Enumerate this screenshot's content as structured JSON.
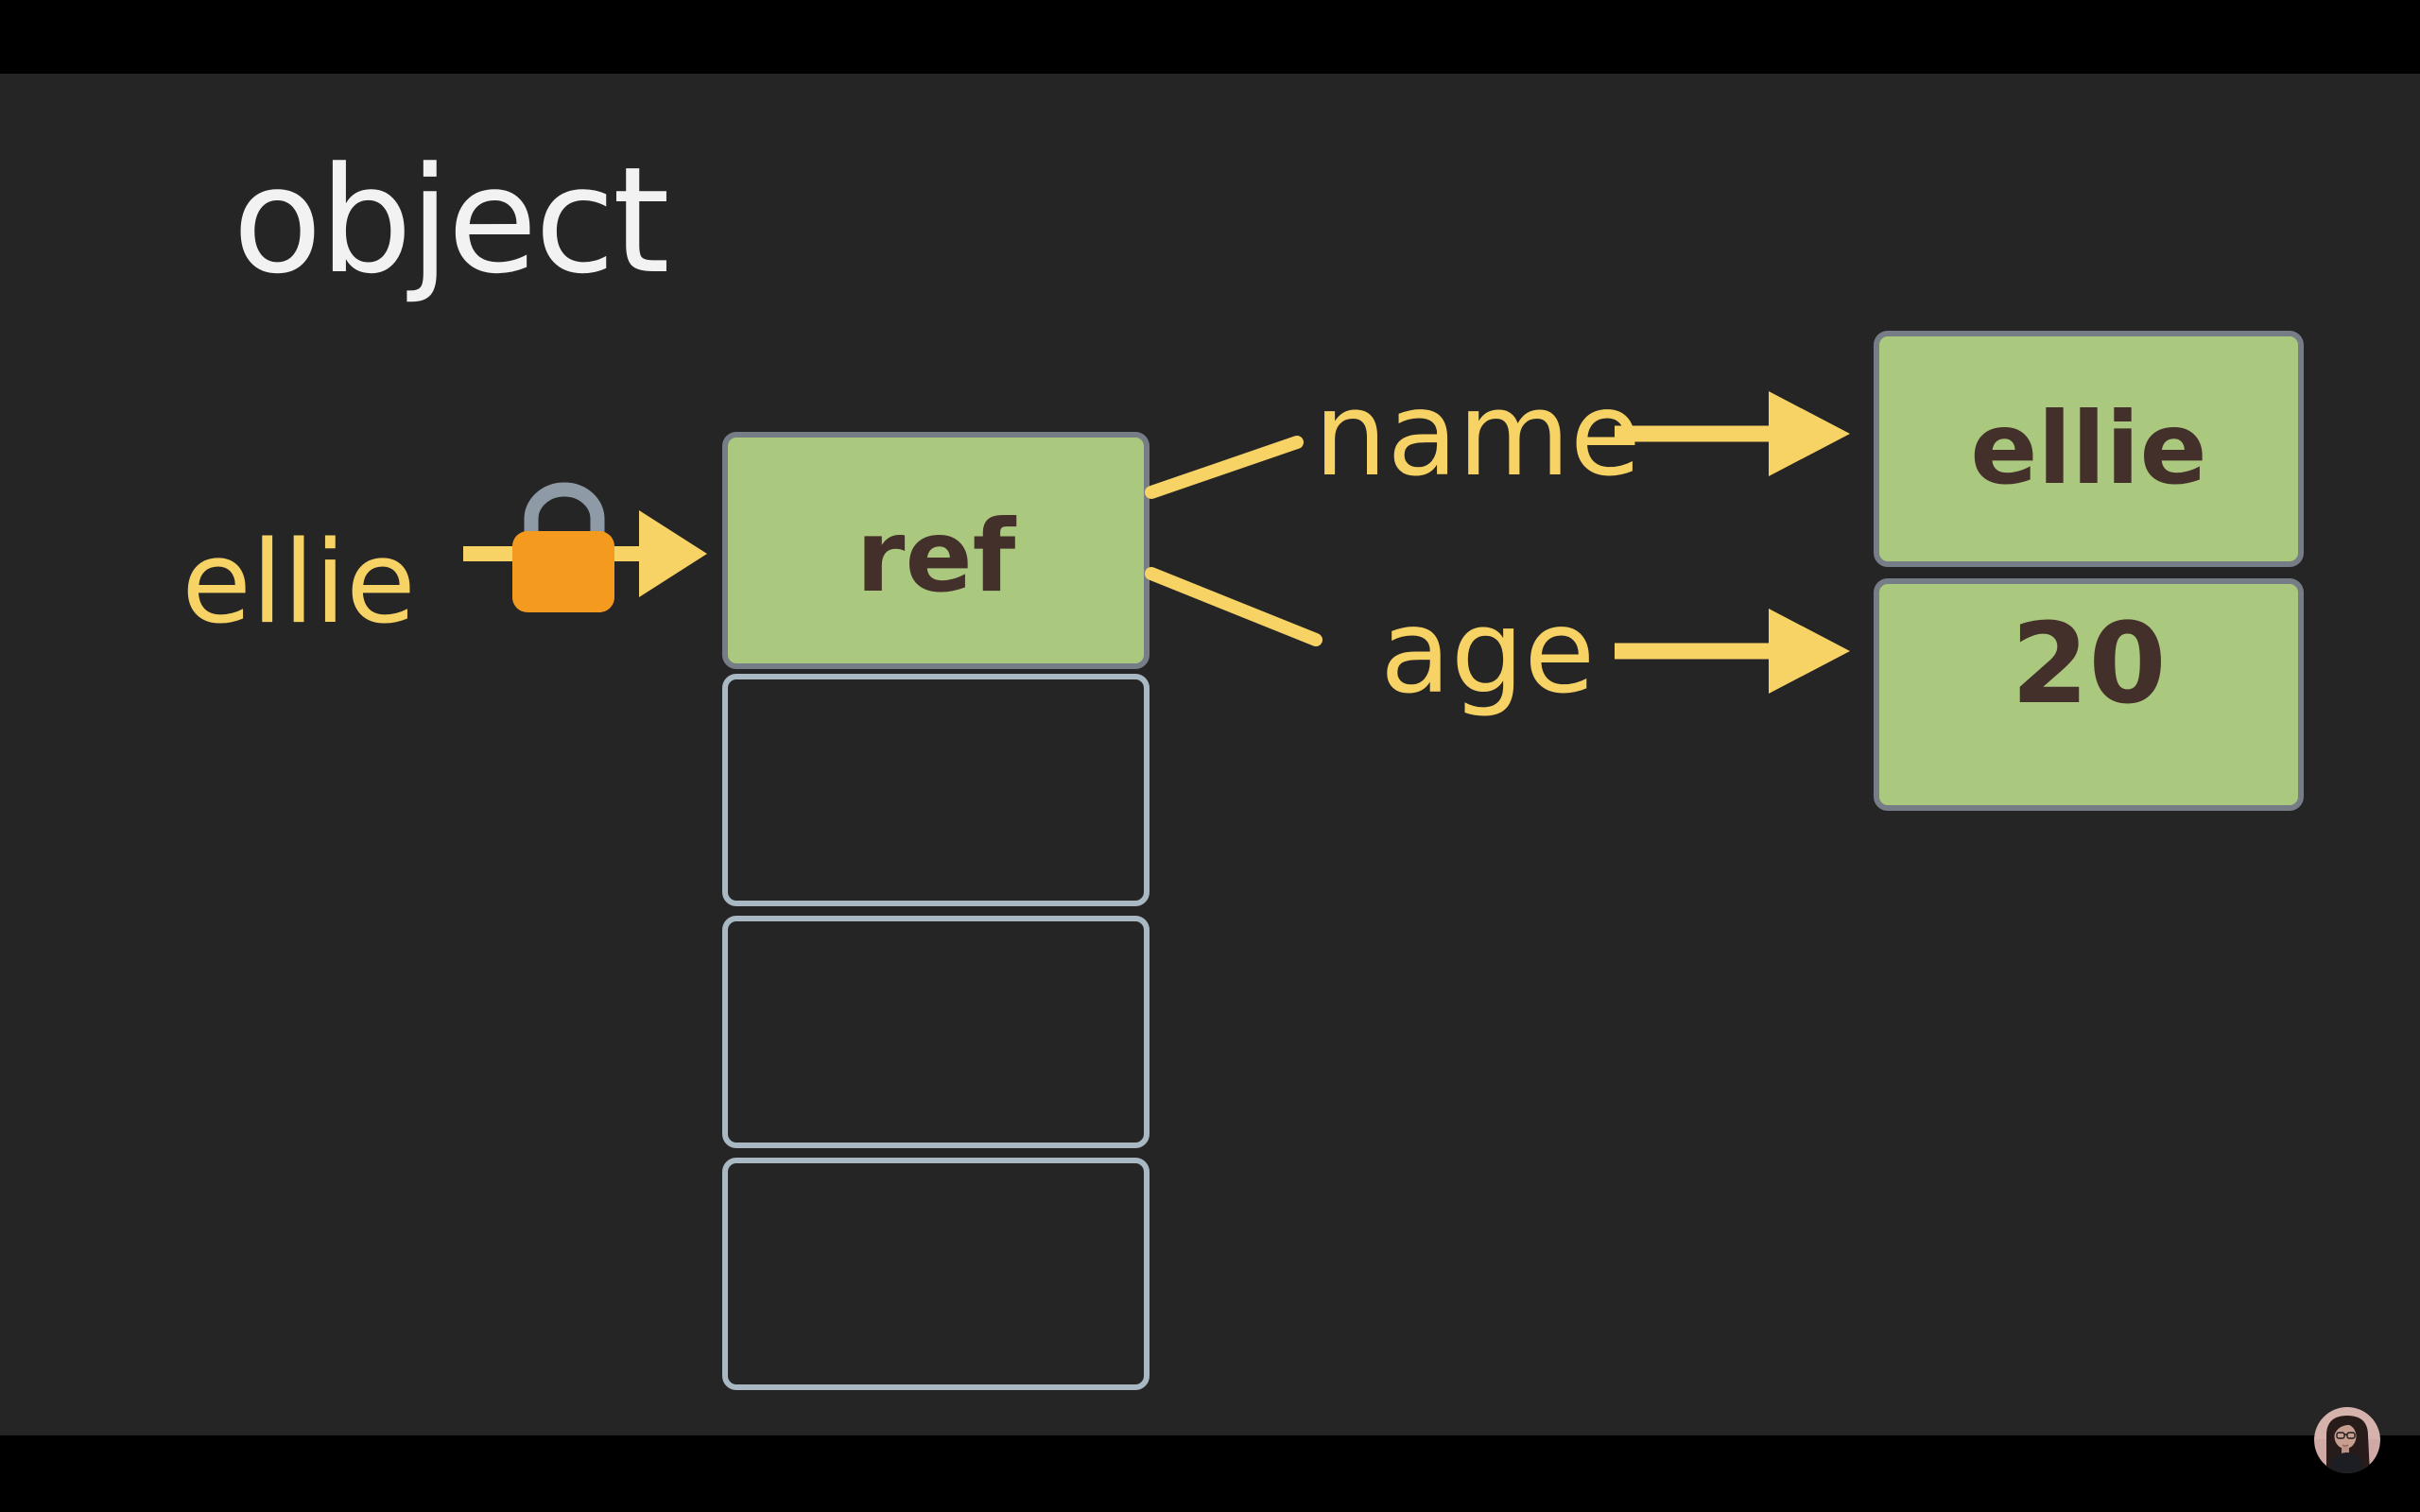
{
  "slide": {
    "title": "object",
    "variable": {
      "name": "ellie"
    },
    "memory_stack": {
      "cells": [
        {
          "label": "ref",
          "filled": true
        },
        {
          "label": "",
          "filled": false
        },
        {
          "label": "",
          "filled": false
        },
        {
          "label": "",
          "filled": false
        }
      ]
    },
    "object_properties": [
      {
        "key": "name",
        "value": "ellie"
      },
      {
        "key": "age",
        "value": "20"
      }
    ]
  },
  "icons": {
    "lock": "lock-icon",
    "pointer_arrows": "arrow-right-icon"
  },
  "colors": {
    "background": "#252525",
    "letterbox": "#000000",
    "title_text": "#f2f2f2",
    "accent_yellow": "#f7d264",
    "cell_green": "#abc97e",
    "cell_text_brown": "#44302a",
    "filled_cell_border": "#767d86",
    "empty_cell_border": "#a8b9c4",
    "lock_orange": "#f49b1f",
    "lock_shackle_gray": "#8e9ba7"
  }
}
